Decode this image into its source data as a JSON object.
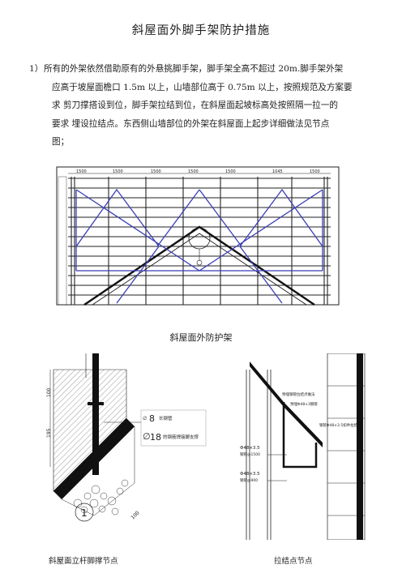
{
  "title": "斜屋面外脚手架防护措施",
  "paragraph": {
    "number": "1）",
    "lines": [
      "所有的外架依然借助原有的外悬挑脚手架，脚手架全高不超过 20m.脚手架外架",
      "应高于坡屋面檐口 1.5m 以上，山墙部位高于 0.75m 以上，按照规范及方案要",
      "求  剪刀撑搭设到位，脚手架拉结到位，在斜屋面起坡标高处按照隔一拉一的",
      "要求  埋设拉结点。东西侧山墙部位的外架在斜屋面上起步详细做法见节点",
      "图；"
    ]
  },
  "figures": {
    "main_caption": "斜屋面外防护架",
    "left_caption": "斜屋面立杆脚撑节点",
    "right_caption": "拉结点节点",
    "main_dims": [
      "1500",
      "1500",
      "1500",
      "1500",
      "1500",
      "1045",
      "1500"
    ],
    "left_labels": {
      "callout1_num": "8",
      "callout1_text": "长钢管",
      "callout2_num": "18",
      "callout2_text": "的钢筋焊接脚支撑",
      "marker": "1",
      "dims": [
        "100",
        "195",
        "100"
      ]
    },
    "right_labels": {
      "pipe1": "Φ48×3.5",
      "pipe1_sub": "钢管@1500",
      "pipe2": "Φ48×3.5",
      "pipe2_sub": "钢管@900",
      "note1": "预埋钢管拉结点做法",
      "note2": "预埋Φ48×3钢管",
      "note3": "钢管Φ48×3.5扣件拉结"
    }
  }
}
